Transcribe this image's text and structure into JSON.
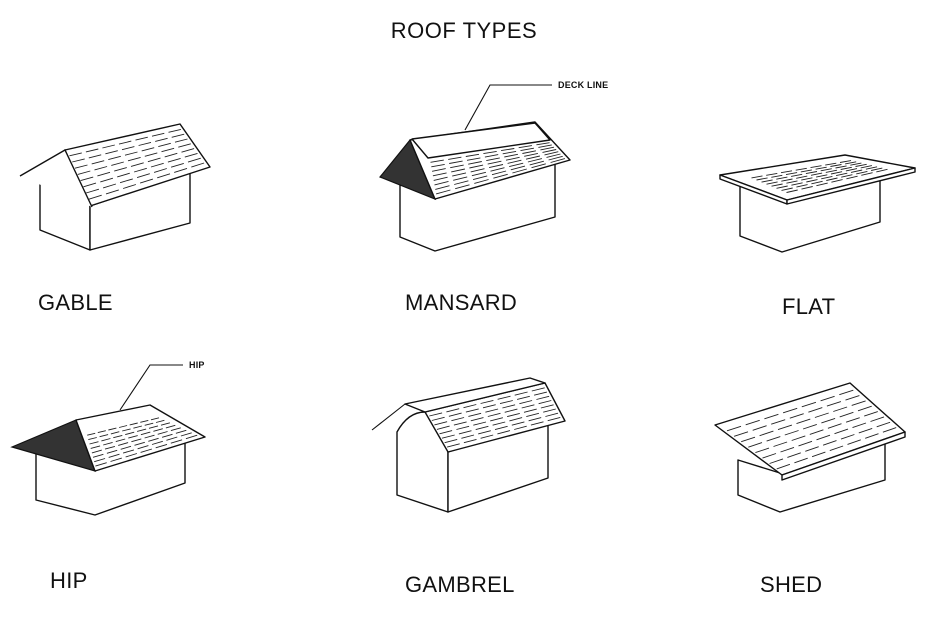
{
  "title": "ROOF TYPES",
  "figures": [
    {
      "id": "gable",
      "label": "GABLE"
    },
    {
      "id": "mansard",
      "label": "MANSARD",
      "callout": "DECK LINE"
    },
    {
      "id": "flat",
      "label": "FLAT"
    },
    {
      "id": "hip",
      "label": "HIP",
      "callout": "HIP"
    },
    {
      "id": "gambrel",
      "label": "GAMBREL"
    },
    {
      "id": "shed",
      "label": "SHED"
    }
  ]
}
